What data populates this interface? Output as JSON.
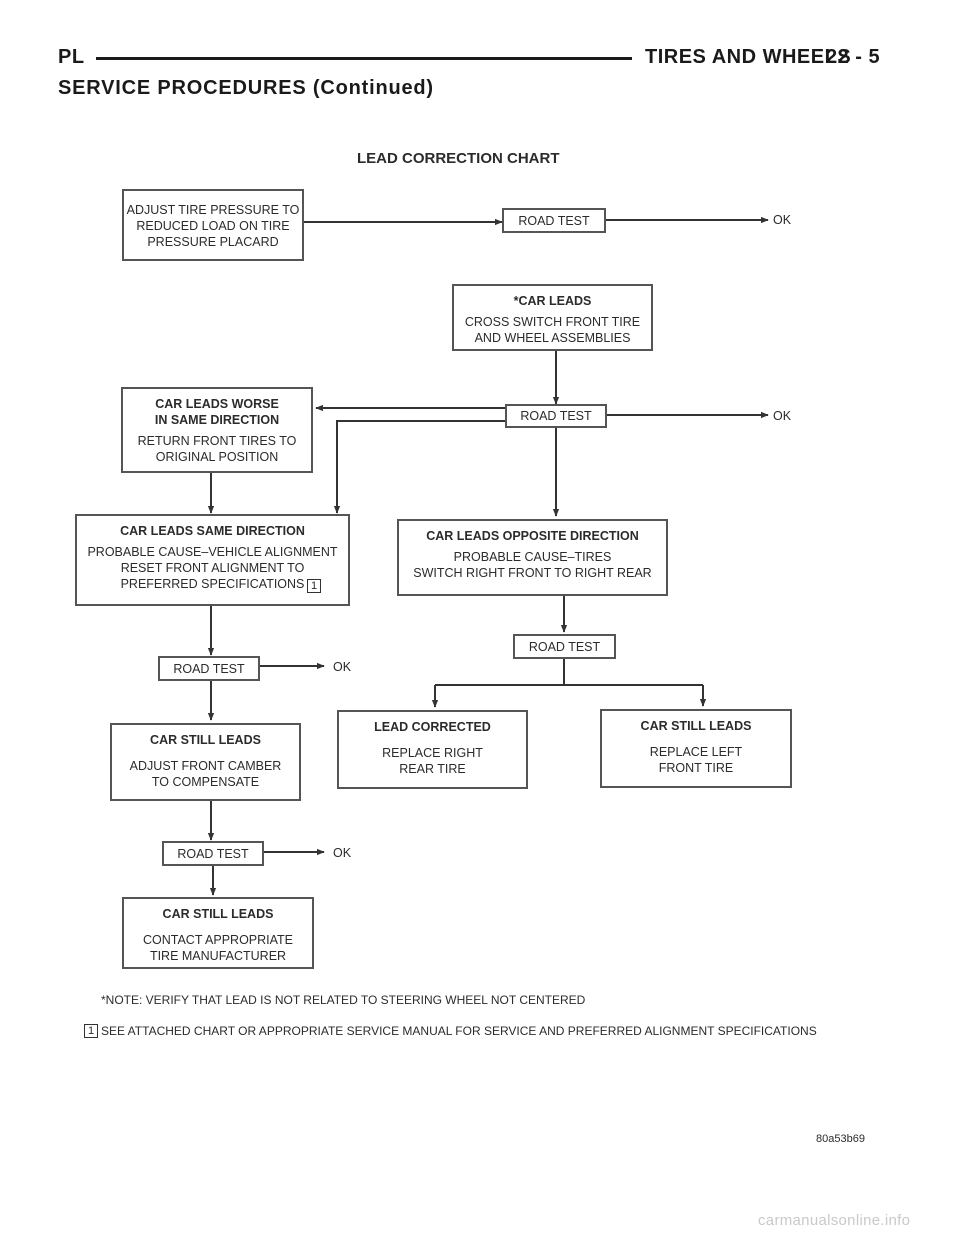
{
  "header": {
    "left": "PL",
    "section": "TIRES AND WHEELS",
    "page": "22 - 5",
    "subtitle": "SERVICE PROCEDURES (Continued)"
  },
  "chart": {
    "title": "LEAD CORRECTION CHART",
    "boxes": {
      "adjust_pressure": {
        "heading": "",
        "body": "ADJUST TIRE PRESSURE TO\nREDUCED LOAD ON TIRE\n  PRESSURE PLACARD"
      },
      "road_test_1": {
        "label": "ROAD TEST"
      },
      "car_leads": {
        "heading": "*CAR LEADS",
        "body": "CROSS SWITCH FRONT TIRE\nAND WHEEL ASSEMBLIES"
      },
      "road_test_2": {
        "label": "ROAD TEST"
      },
      "leads_worse": {
        "heading": "CAR LEADS WORSE\nIN SAME DIRECTION",
        "body": "RETURN FRONT TIRES TO\nORIGINAL POSITION"
      },
      "same_direction": {
        "heading": "CAR LEADS SAME DIRECTION",
        "body": "PROBABLE CAUSE–VEHICLE ALIGNMENT\nRESET FRONT ALIGNMENT TO\nPREFERRED SPECIFICATIONS",
        "ref": "1"
      },
      "opposite_direction": {
        "heading": "CAR LEADS OPPOSITE DIRECTION",
        "body": "PROBABLE CAUSE–TIRES\nSWITCH RIGHT FRONT TO RIGHT REAR"
      },
      "road_test_3": {
        "label": "ROAD TEST"
      },
      "road_test_4": {
        "label": "ROAD TEST"
      },
      "lead_corrected": {
        "heading": "LEAD CORRECTED",
        "body": "REPLACE RIGHT\nREAR TIRE"
      },
      "still_leads_right": {
        "heading": "CAR STILL LEADS",
        "body": "REPLACE LEFT\nFRONT TIRE"
      },
      "still_leads_camber": {
        "heading": "CAR STILL LEADS",
        "body": "ADJUST FRONT CAMBER\nTO COMPENSATE"
      },
      "road_test_5": {
        "label": "ROAD TEST"
      },
      "still_leads_contact": {
        "heading": "CAR STILL LEADS",
        "body": "CONTACT APPROPRIATE\nTIRE MANUFACTURER"
      }
    },
    "ok_label": "OK"
  },
  "notes": {
    "note1": "*NOTE: VERIFY THAT LEAD IS NOT RELATED TO STEERING WHEEL NOT CENTERED",
    "footnote_ref": "1",
    "note2": "SEE ATTACHED CHART OR APPROPRIATE SERVICE MANUAL FOR SERVICE AND PREFERRED ALIGNMENT SPECIFICATIONS"
  },
  "figure_code": "80a53b69",
  "watermark": "carmanualsonline.info"
}
